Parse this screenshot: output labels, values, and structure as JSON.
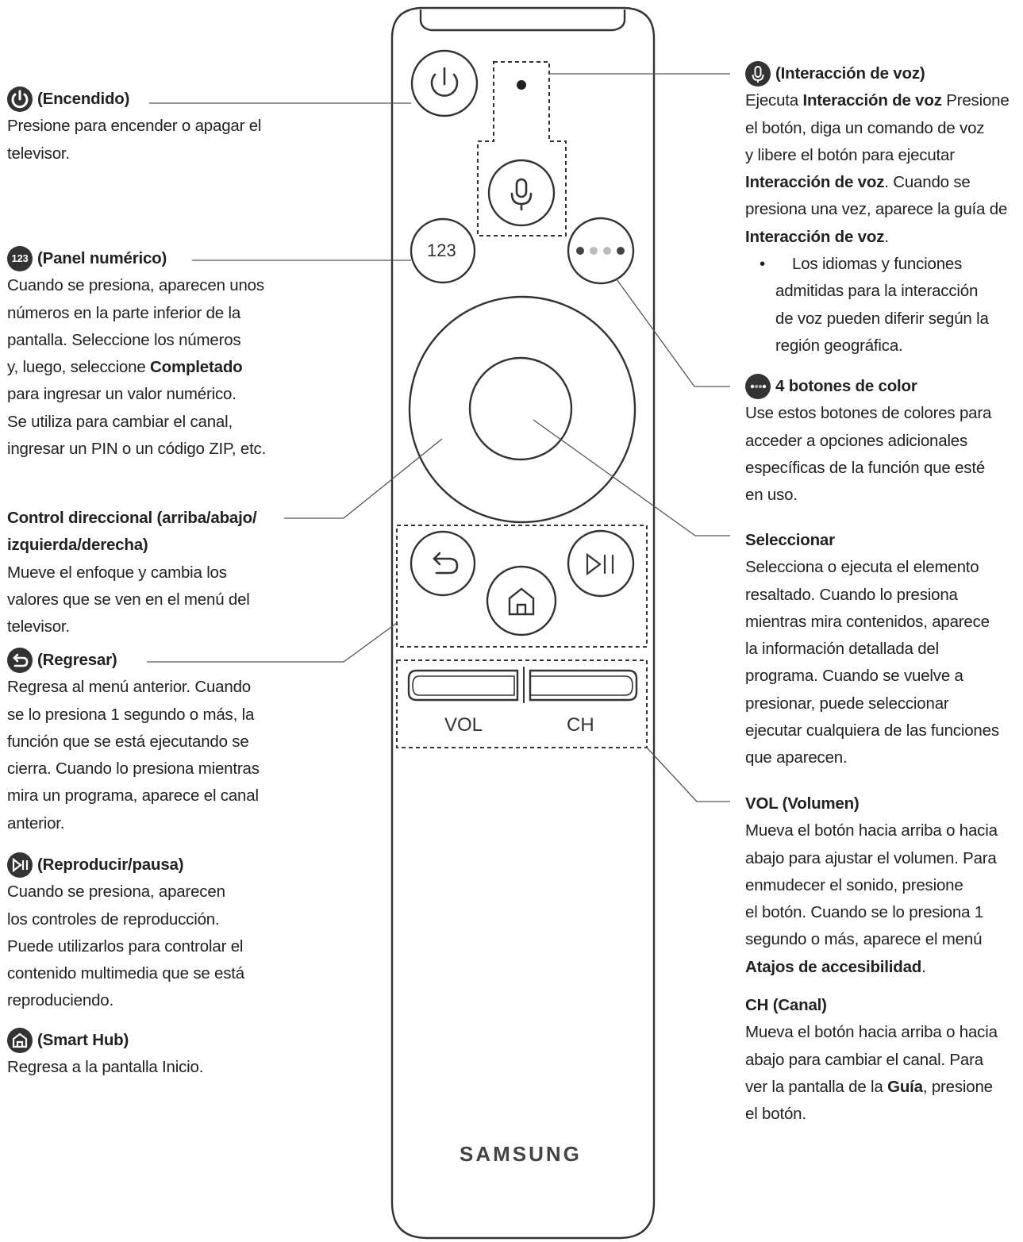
{
  "remote": {
    "vol_label": "VOL",
    "ch_label": "CH",
    "brand": "SAMSUNG",
    "numeric_label": "123"
  },
  "power": {
    "title": "(Encendido)",
    "lines": [
      "Presione para encender o apagar el",
      "televisor."
    ]
  },
  "numeric": {
    "icon_text": "123",
    "title": "(Panel numérico)",
    "lines": [
      "Cuando se presiona, aparecen unos",
      "números en la parte inferior de la",
      "pantalla. Seleccione los números"
    ],
    "line4_pre": "y, luego, seleccione ",
    "line4_bold": "Completado",
    "lines2": [
      "para ingresar un valor numérico.",
      "Se utiliza para cambiar el canal,",
      "ingresar un PIN o un código ZIP, etc."
    ]
  },
  "dpad": {
    "title_lines": [
      "Control direccional (arriba/abajo/",
      "izquierda/derecha)"
    ],
    "lines": [
      "Mueve el enfoque y cambia los",
      "valores que se ven en el menú del",
      "televisor."
    ]
  },
  "back": {
    "title": "(Regresar)",
    "lines": [
      "Regresa al menú anterior. Cuando",
      "se lo presiona 1 segundo o más, la",
      "función que se está ejecutando se",
      "cierra. Cuando lo presiona mientras",
      "mira un programa, aparece el canal",
      "anterior."
    ]
  },
  "play": {
    "title": "(Reproducir/pausa)",
    "lines": [
      "Cuando se presiona, aparecen",
      "los controles de reproducción.",
      "Puede utilizarlos para controlar el",
      "contenido multimedia que se está",
      "reproduciendo."
    ]
  },
  "home": {
    "title": "(Smart Hub)",
    "lines": [
      "Regresa a la pantalla Inicio."
    ]
  },
  "voice": {
    "title": "(Interacción de voz)",
    "l1_pre": "Ejecuta ",
    "l1_bold": "Interacción de voz",
    "l1_post": " Presione",
    "l2": "el botón, diga un comando de voz",
    "l3": "y libere el botón para ejecutar",
    "l4_bold": "Interacción de voz",
    "l4_post": ". Cuando se",
    "l5": "presiona una vez, aparece la guía de",
    "l6_bold": "Interacción de voz",
    "l6_post": ".",
    "bullet_symbol": "•",
    "bullet_lines": [
      "Los idiomas y funciones",
      "admitidas para la interacción",
      "de voz pueden diferir según la",
      "región geográfica."
    ]
  },
  "color": {
    "title": "4 botones de color",
    "lines": [
      "Use estos botones de colores para",
      "acceder a opciones adicionales",
      "específicas de la función que esté",
      "en uso."
    ]
  },
  "select": {
    "title": "Seleccionar",
    "lines": [
      "Selecciona o ejecuta el elemento",
      "resaltado. Cuando lo presiona",
      "mientras mira contenidos, aparece",
      "la información detallada del",
      "programa. Cuando se vuelve a",
      "presionar, puede seleccionar",
      "ejecutar cualquiera de las funciones",
      "que aparecen."
    ]
  },
  "volume": {
    "title": "VOL (Volumen)",
    "lines": [
      "Mueva el botón hacia arriba o hacia",
      "abajo para ajustar el volumen. Para",
      "enmudecer el sonido, presione",
      "el botón. Cuando se lo presiona 1",
      "segundo o más, aparece el menú"
    ],
    "last_bold": "Atajos de accesibilidad",
    "last_post": "."
  },
  "channel": {
    "title": "CH (Canal)",
    "lines": [
      "Mueva el botón hacia arriba o hacia",
      "abajo para cambiar el canal. Para"
    ],
    "l3_pre": "ver la pantalla de la ",
    "l3_bold": "Guía",
    "l3_post": ", presione",
    "l4": "el botón."
  }
}
